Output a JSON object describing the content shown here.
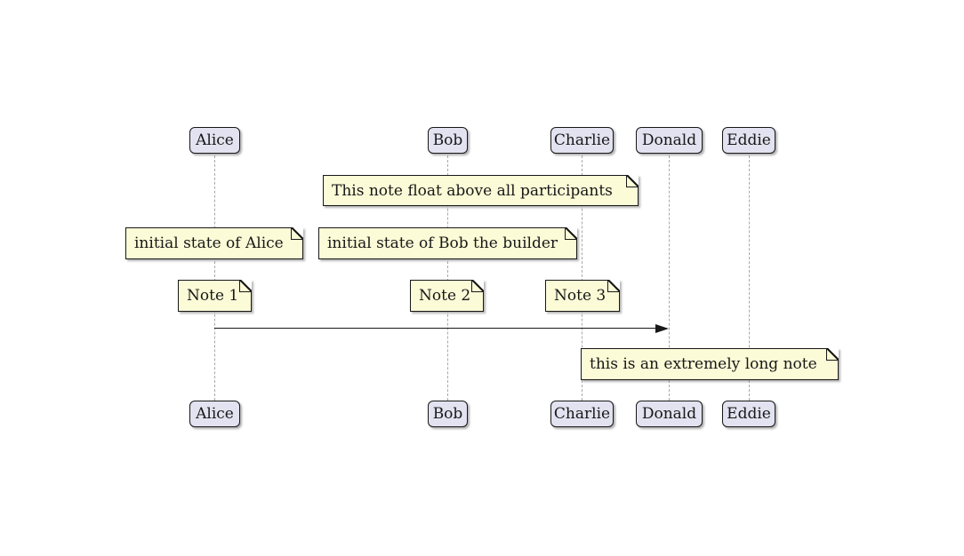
{
  "diagram": {
    "kind": "sequence-diagram"
  },
  "participants": [
    {
      "name": "Alice"
    },
    {
      "name": "Bob"
    },
    {
      "name": "Charlie"
    },
    {
      "name": "Donald"
    },
    {
      "name": "Eddie"
    }
  ],
  "notes": [
    {
      "text": "This note float above all participants"
    },
    {
      "text": "initial state of Alice"
    },
    {
      "text": "initial state of Bob the builder"
    },
    {
      "text": "Note 1"
    },
    {
      "text": "Note 2"
    },
    {
      "text": "Note 3"
    },
    {
      "text": "this is an extremely long note"
    }
  ],
  "messages": [
    {
      "from": "Alice",
      "to": "Donald",
      "label": ""
    }
  ],
  "colors": {
    "background": "#FFFFFF",
    "participant_fill": "#E2E2F0",
    "participant_border": "#181818",
    "note_fill": "#FBFBD7",
    "note_border": "#181818",
    "lifeline": "#A8A8A8",
    "arrow": "#181818"
  }
}
